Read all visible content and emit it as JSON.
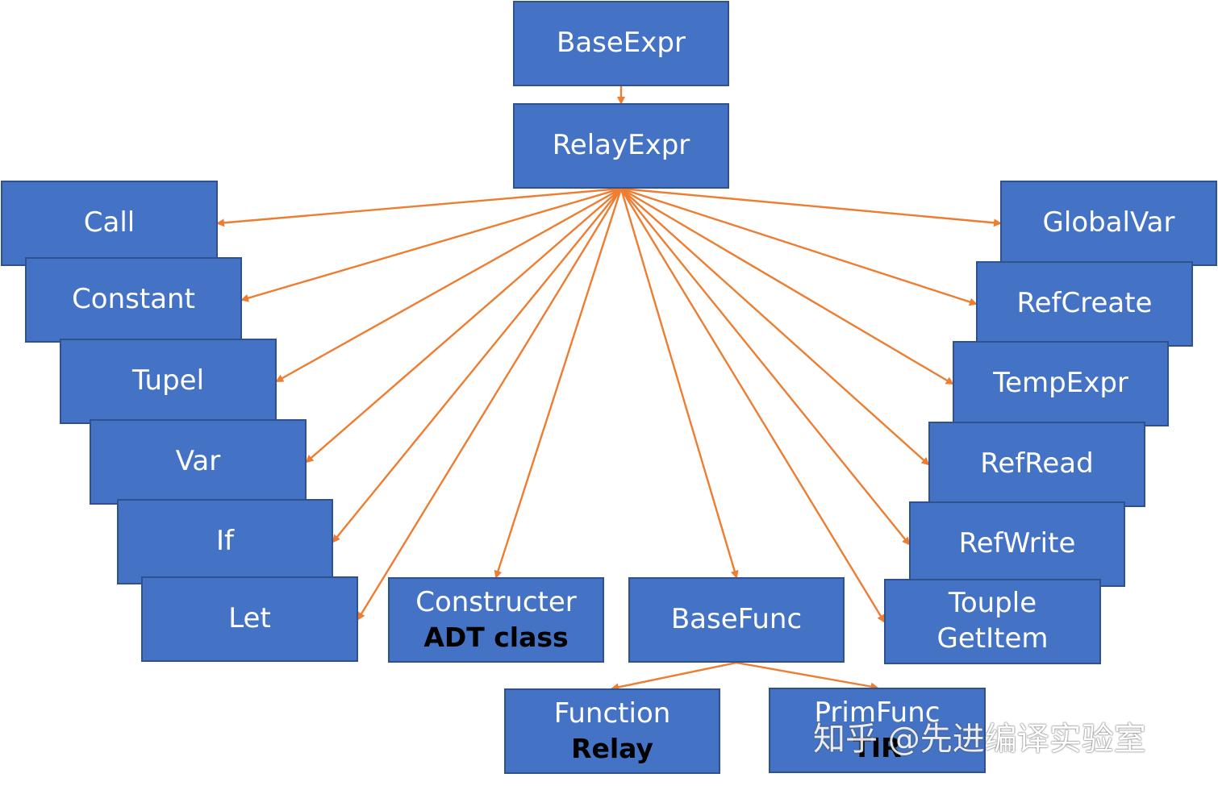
{
  "colors": {
    "node_fill": "#4472c4",
    "node_border": "#2f528f",
    "edge": "#ed7d31"
  },
  "nodes": [
    {
      "id": "baseexpr",
      "label": "BaseExpr",
      "sub": ""
    },
    {
      "id": "relayexpr",
      "label": "RelayExpr",
      "sub": ""
    },
    {
      "id": "call",
      "label": "Call",
      "sub": ""
    },
    {
      "id": "constant",
      "label": "Constant",
      "sub": ""
    },
    {
      "id": "tupel",
      "label": "Tupel",
      "sub": ""
    },
    {
      "id": "var",
      "label": "Var",
      "sub": ""
    },
    {
      "id": "if",
      "label": "If",
      "sub": ""
    },
    {
      "id": "let",
      "label": "Let",
      "sub": ""
    },
    {
      "id": "constructer",
      "label": "Constructer",
      "sub": "ADT class"
    },
    {
      "id": "basefunc",
      "label": "BaseFunc",
      "sub": ""
    },
    {
      "id": "globalvar",
      "label": "GlobalVar",
      "sub": ""
    },
    {
      "id": "refcreate",
      "label": "RefCreate",
      "sub": ""
    },
    {
      "id": "tempexpr",
      "label": "TempExpr",
      "sub": ""
    },
    {
      "id": "refread",
      "label": "RefRead",
      "sub": ""
    },
    {
      "id": "refwrite",
      "label": "RefWrite",
      "sub": ""
    },
    {
      "id": "touple-getitem",
      "label": "Touple GetItem",
      "sub": ""
    },
    {
      "id": "function",
      "label": "Function",
      "sub": "Relay"
    },
    {
      "id": "primfunc",
      "label": "PrimFunc",
      "sub": "TIR"
    }
  ],
  "edges": [
    {
      "from": "baseexpr",
      "to": "relayexpr"
    },
    {
      "from": "relayexpr",
      "to": "call"
    },
    {
      "from": "relayexpr",
      "to": "constant"
    },
    {
      "from": "relayexpr",
      "to": "tupel"
    },
    {
      "from": "relayexpr",
      "to": "var"
    },
    {
      "from": "relayexpr",
      "to": "if"
    },
    {
      "from": "relayexpr",
      "to": "let"
    },
    {
      "from": "relayexpr",
      "to": "constructer"
    },
    {
      "from": "relayexpr",
      "to": "basefunc"
    },
    {
      "from": "relayexpr",
      "to": "globalvar"
    },
    {
      "from": "relayexpr",
      "to": "refcreate"
    },
    {
      "from": "relayexpr",
      "to": "tempexpr"
    },
    {
      "from": "relayexpr",
      "to": "refread"
    },
    {
      "from": "relayexpr",
      "to": "refwrite"
    },
    {
      "from": "relayexpr",
      "to": "touple-getitem"
    },
    {
      "from": "basefunc",
      "to": "function"
    },
    {
      "from": "basefunc",
      "to": "primfunc"
    }
  ],
  "watermark": "知乎 @先进编译实验室"
}
